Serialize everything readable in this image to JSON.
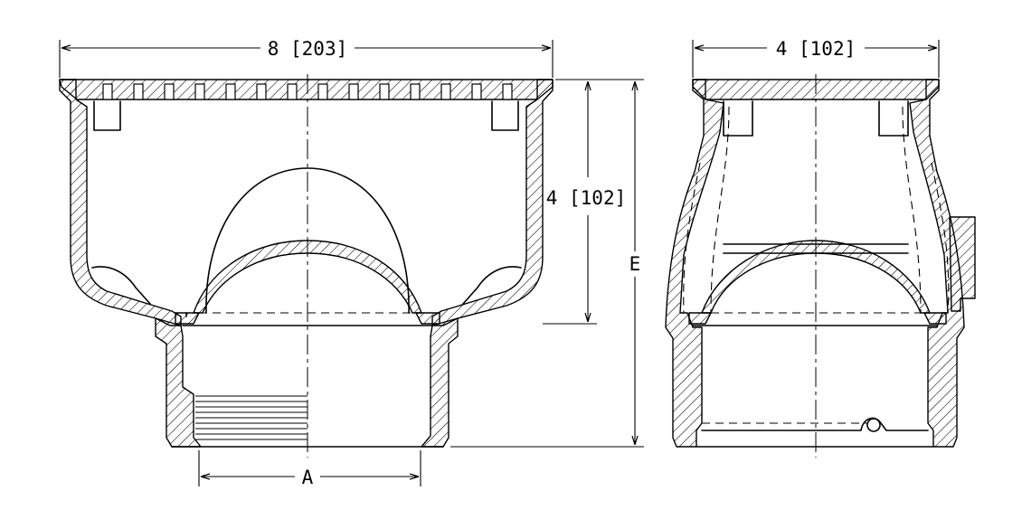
{
  "dimensions": {
    "front_width": "8 [203]",
    "side_width": "4 [102]",
    "body_height": "4 [102]",
    "overall_height_label": "E",
    "outlet_label": "A"
  }
}
